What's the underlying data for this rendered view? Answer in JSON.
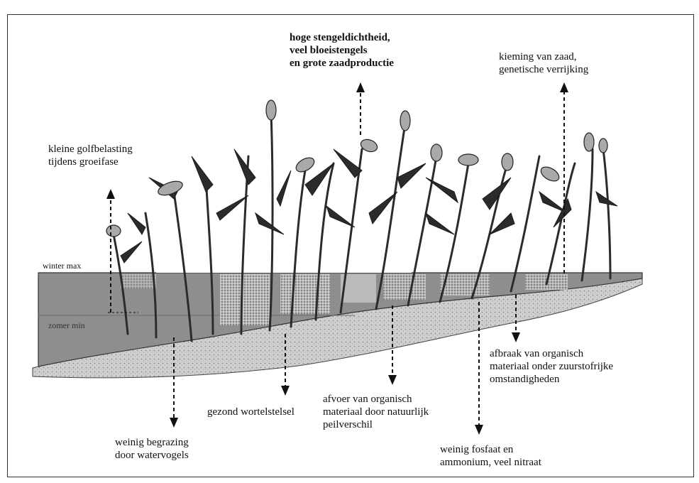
{
  "labels": {
    "waves": [
      "kleine golfbelasting",
      "tijdens groeifase"
    ],
    "stems": [
      "hoge stengeldichtheid,",
      "veel bloeistengels",
      "en grote zaadproductie"
    ],
    "seed": [
      "kieming van zaad,",
      "genetische verrijking"
    ],
    "roots": "gezond wortelstelsel",
    "organic": [
      "afvoer van organisch",
      "materiaal door natuurlijk",
      "peilverschil"
    ],
    "grazing": [
      "weinig begrazing",
      "door watervogels"
    ],
    "decay": [
      "afbraak van organisch",
      "materiaal onder zuurstofrijke",
      "omstandigheden"
    ],
    "nutrients": [
      "weinig fosfaat en",
      "ammonium, veel nitraat"
    ]
  },
  "levels": {
    "winter": "winter max",
    "summer": "zomer min"
  },
  "colors": {
    "water": "#8e8e8e",
    "sediment": "#d6d6d6",
    "plant": "#2b2b2b",
    "seedhead": "#a9a9a9"
  }
}
